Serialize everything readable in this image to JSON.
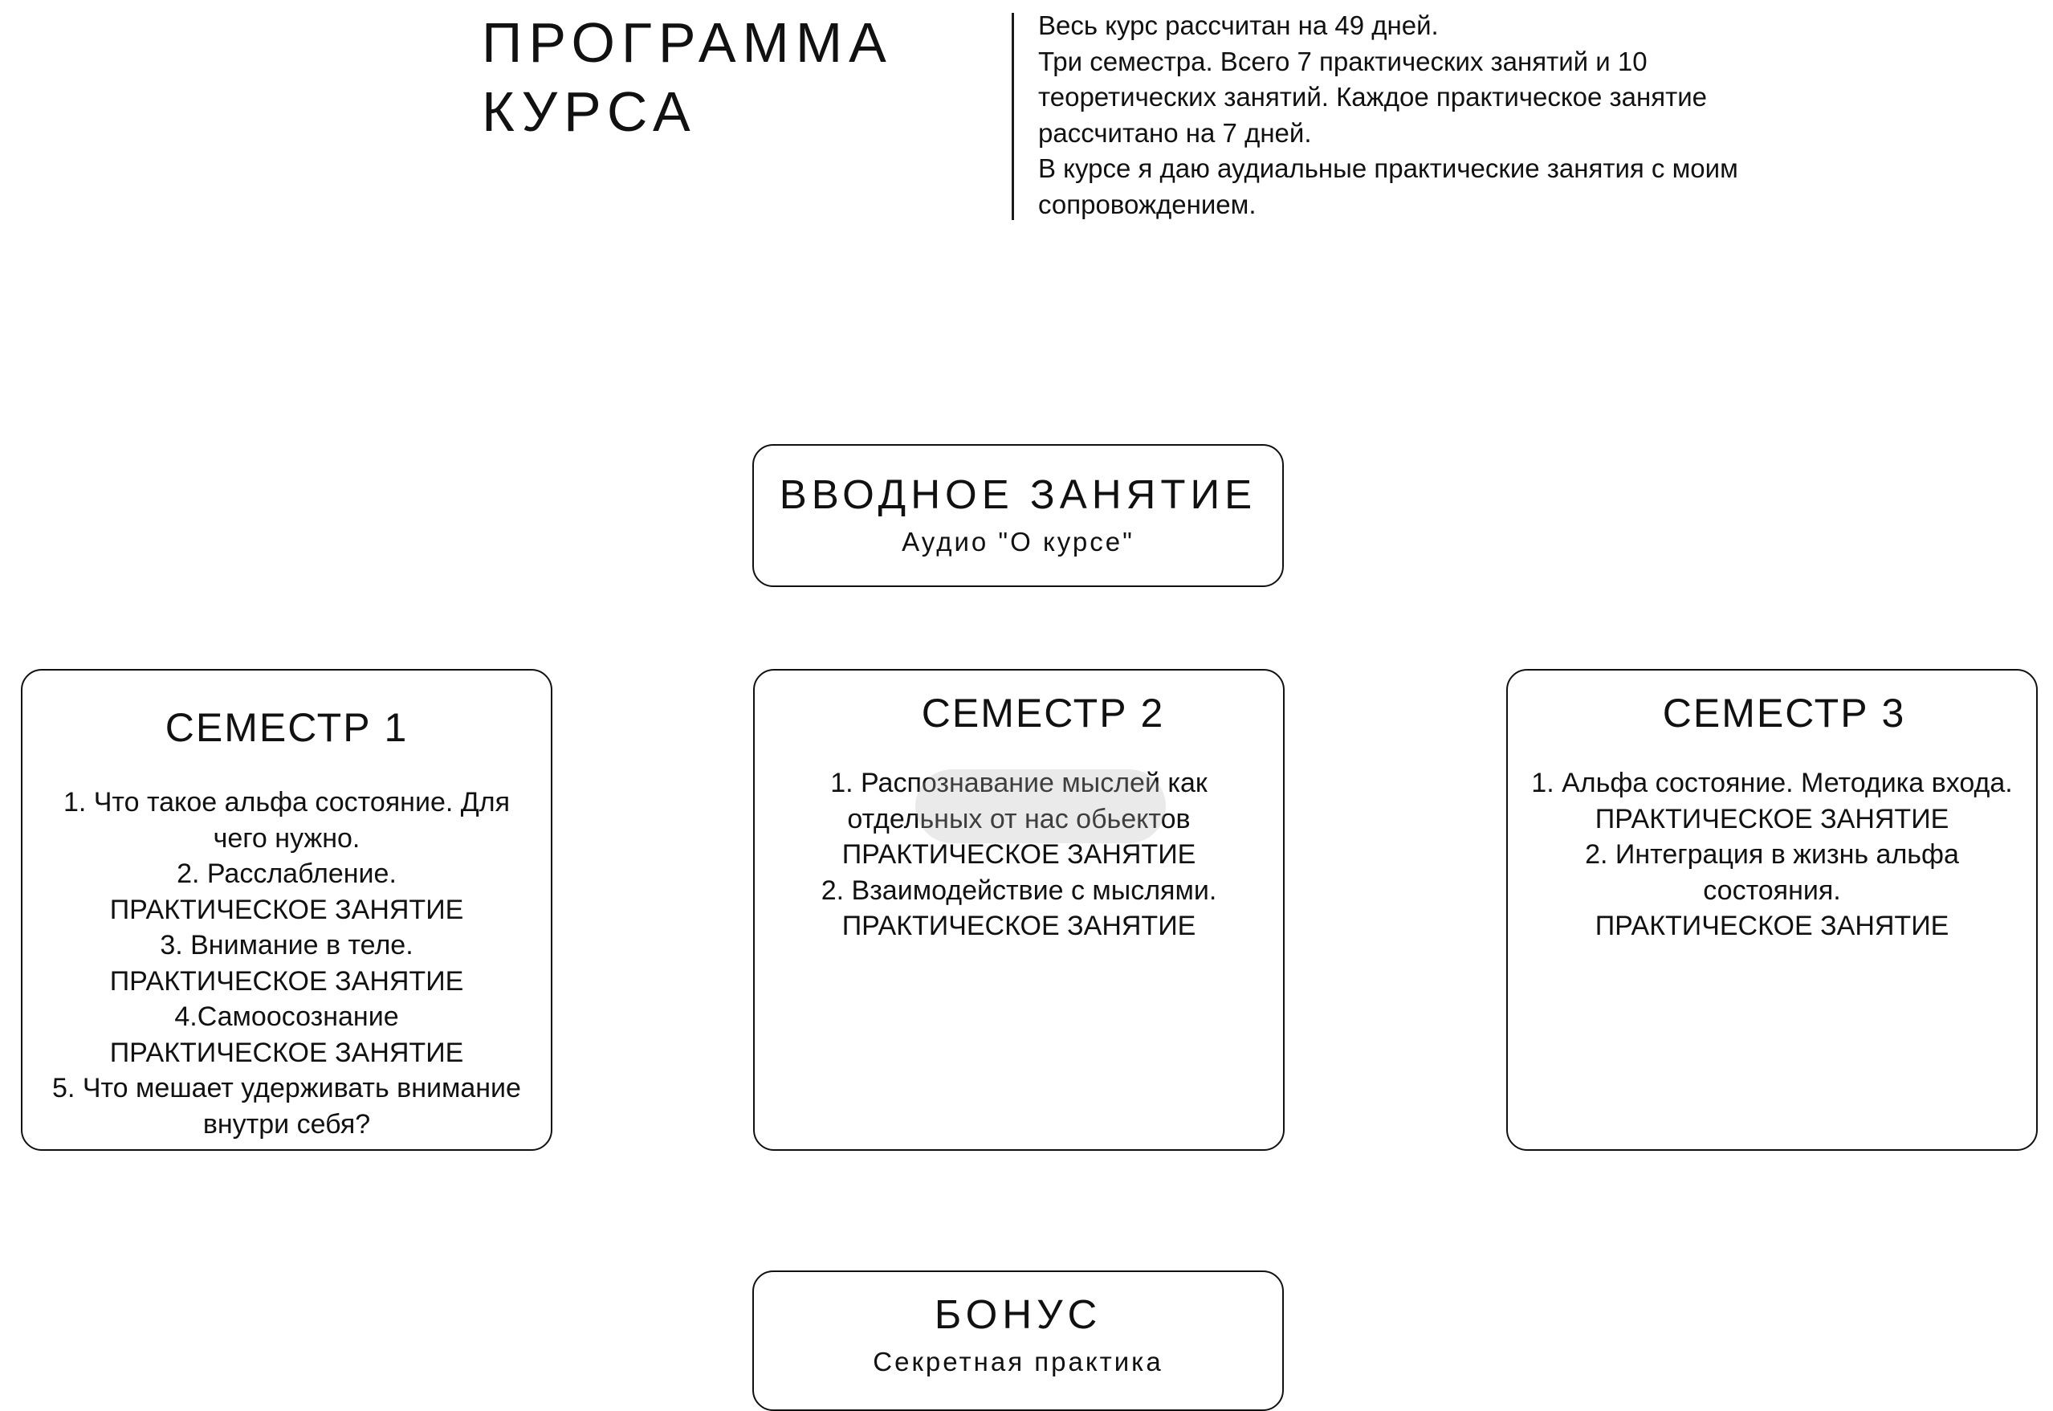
{
  "header": {
    "title_lines": [
      "ПРОГРАММА",
      "КУРСА"
    ],
    "description_lines": [
      "Весь курс рассчитан на 49 дней.",
      "Три семестра. Всего 7 практических занятий и 10",
      "теоретических занятий. Каждое практическое занятие",
      "рассчитано на 7 дней.",
      "В курсе я даю аудиальные практические занятия с моим",
      "сопровождением."
    ]
  },
  "intro_card": {
    "title": "ВВОДНОЕ ЗАНЯТИЕ",
    "subtitle": "Аудио \"О курсе\""
  },
  "semesters": [
    {
      "title": "СЕМЕСТР 1",
      "lines": [
        "1. Что такое альфа состояние. Для",
        "чего нужно.",
        "2. Расслабление.",
        "ПРАКТИЧЕСКОЕ ЗАНЯТИЕ",
        "3. Внимание в теле.",
        "ПРАКТИЧЕСКОЕ ЗАНЯТИЕ",
        "4.Самоосознание",
        "ПРАКТИЧЕСКОЕ ЗАНЯТИЕ",
        "5. Что мешает удерживать внимание",
        "внутри себя?"
      ]
    },
    {
      "title": "СЕМЕСТР 2",
      "lines": [
        "1. Распознавание мыслей как",
        "отдельных от нас обьектов",
        "ПРАКТИЧЕСКОЕ ЗАНЯТИЕ",
        "2. Взаимодействие с мыслями.",
        "ПРАКТИЧЕСКОЕ ЗАНЯТИЕ"
      ]
    },
    {
      "title": "СЕМЕСТР 3",
      "lines": [
        "1. Альфа состояние. Методика входа.",
        "ПРАКТИЧЕСКОЕ ЗАНЯТИЕ",
        "2. Интеграция в жизнь альфа",
        "состояния.",
        "ПРАКТИЧЕСКОЕ ЗАНЯТИЕ"
      ]
    }
  ],
  "bonus_card": {
    "title": "БОНУС",
    "subtitle": "Секретная практика"
  }
}
